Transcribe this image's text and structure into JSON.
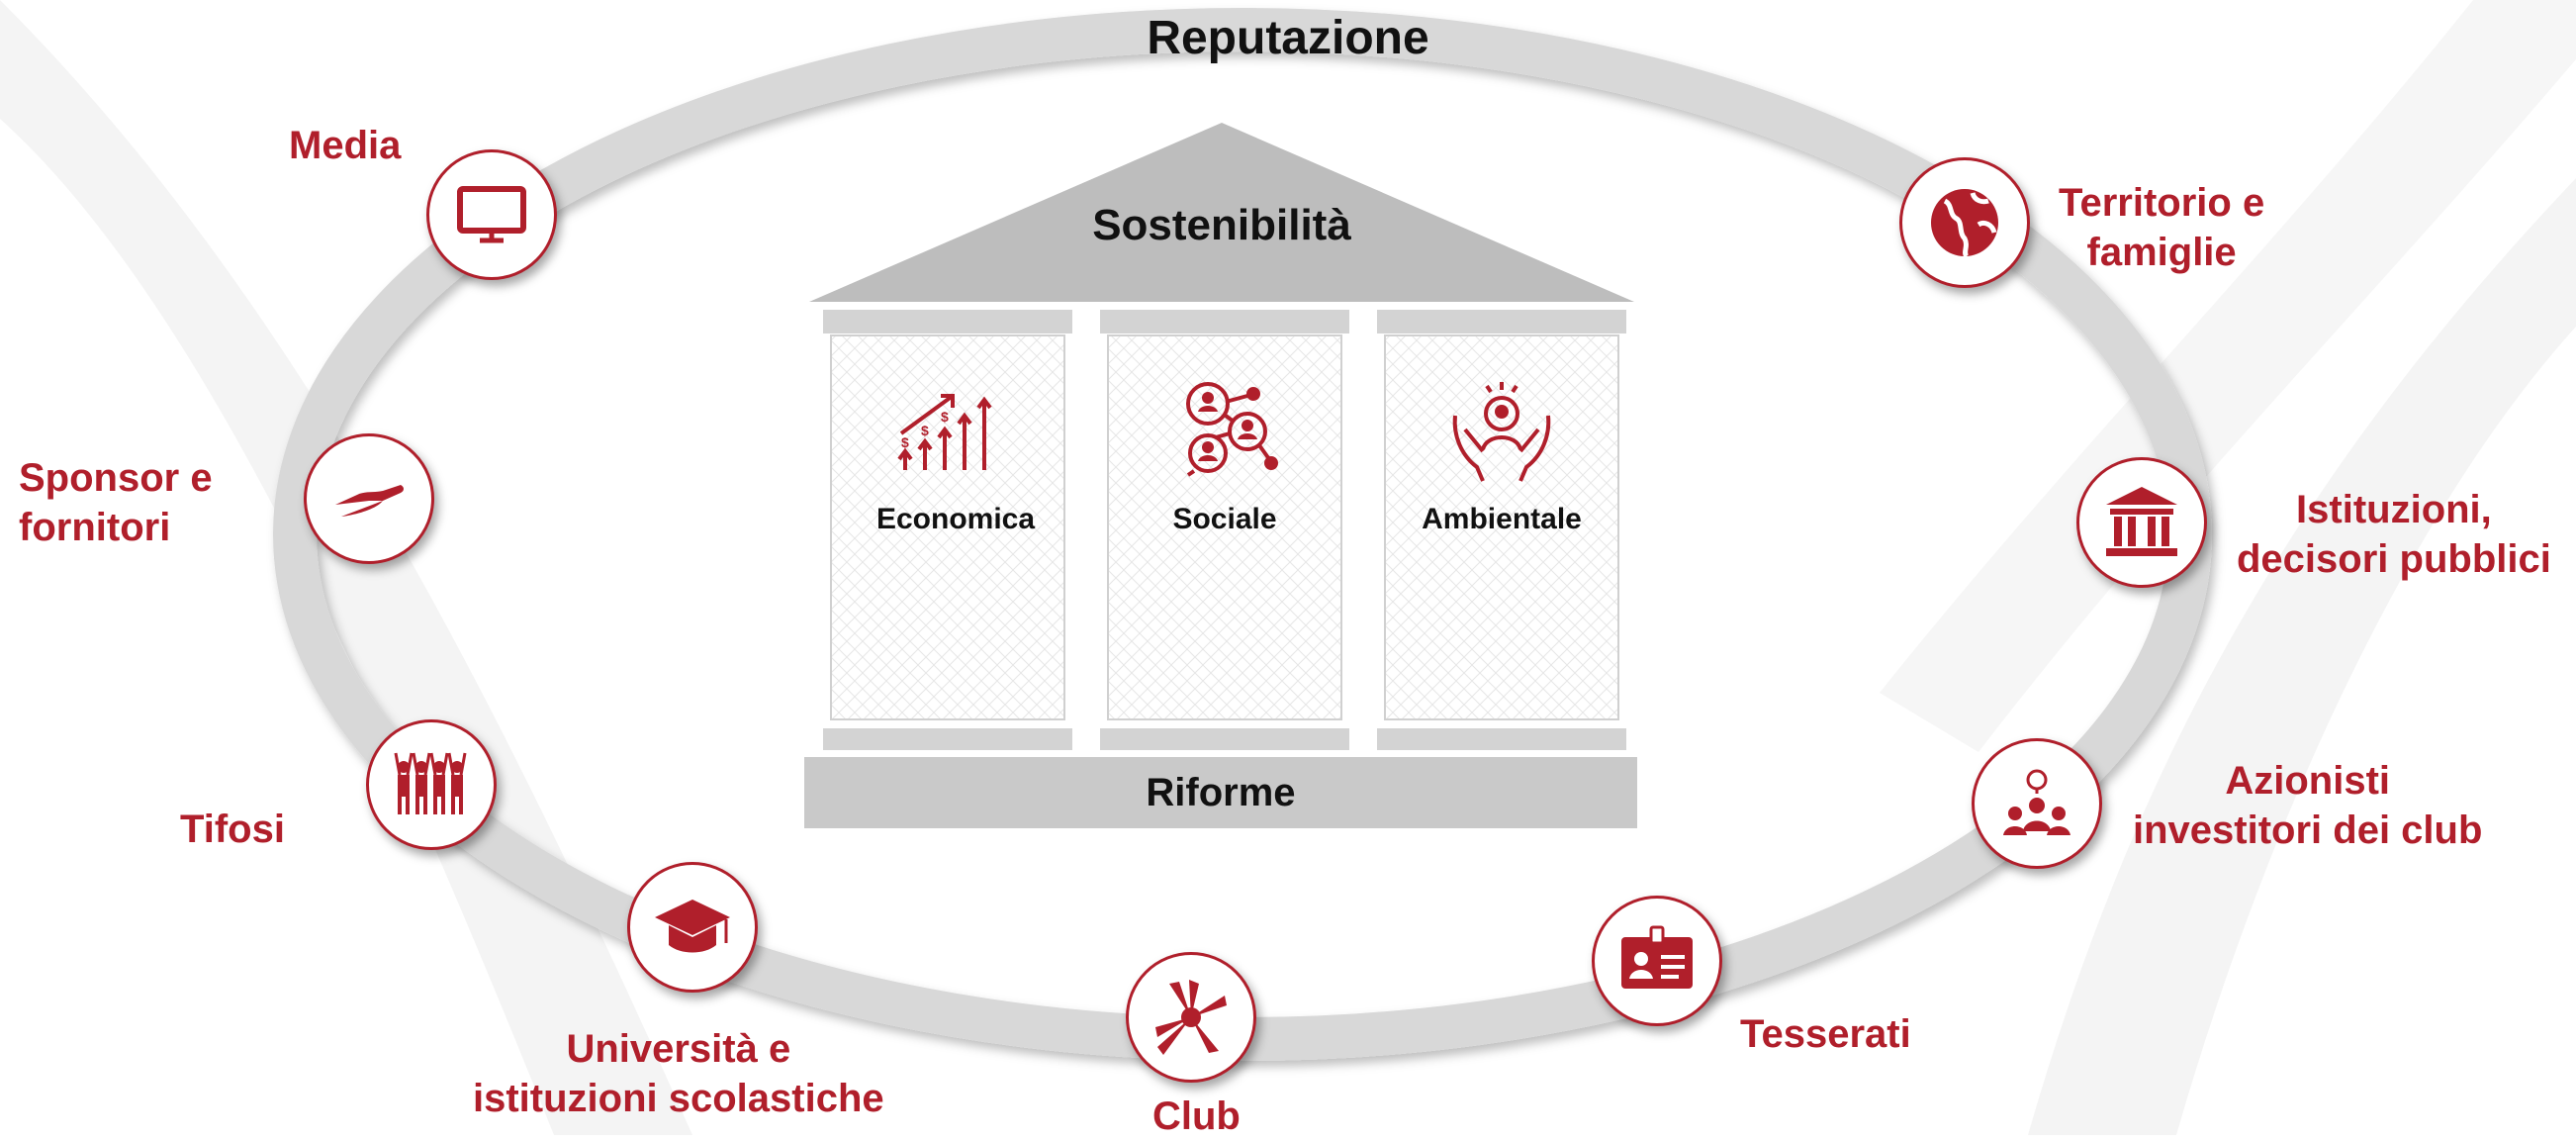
{
  "ring_title": "Reputazione",
  "roof_title": "Sostenibilità",
  "base_title": "Riforme",
  "pillars": [
    {
      "label": "Economica",
      "icon": "growth-arrows-icon"
    },
    {
      "label": "Sociale",
      "icon": "network-people-icon"
    },
    {
      "label": "Ambientale",
      "icon": "hands-care-icon"
    }
  ],
  "stakeholders": {
    "media": {
      "lines": [
        "Media"
      ],
      "icon": "tv-icon"
    },
    "sponsor": {
      "lines": [
        "Sponsor e",
        "fornitori"
      ],
      "icon": "hand-icon"
    },
    "tifosi": {
      "lines": [
        "Tifosi"
      ],
      "icon": "fans-icon"
    },
    "universita": {
      "lines": [
        "Università e",
        "istituzioni scolastiche"
      ],
      "icon": "graduation-cap-icon"
    },
    "club": {
      "lines": [
        "Club"
      ],
      "icon": "team-hands-icon"
    },
    "tesserati": {
      "lines": [
        "Tesserati"
      ],
      "icon": "id-card-icon"
    },
    "azionisti": {
      "lines": [
        "Azionisti",
        "investitori dei club"
      ],
      "icon": "investors-icon"
    },
    "istituzioni": {
      "lines": [
        "Istituzioni,",
        "decisori pubblici"
      ],
      "icon": "institution-icon"
    },
    "territorio": {
      "lines": [
        "Territorio e",
        "famiglie"
      ],
      "icon": "globe-icon"
    }
  },
  "colors": {
    "accent": "#b01f2b",
    "ring": "#d9d9d9",
    "structure": "#c9c9c9"
  }
}
